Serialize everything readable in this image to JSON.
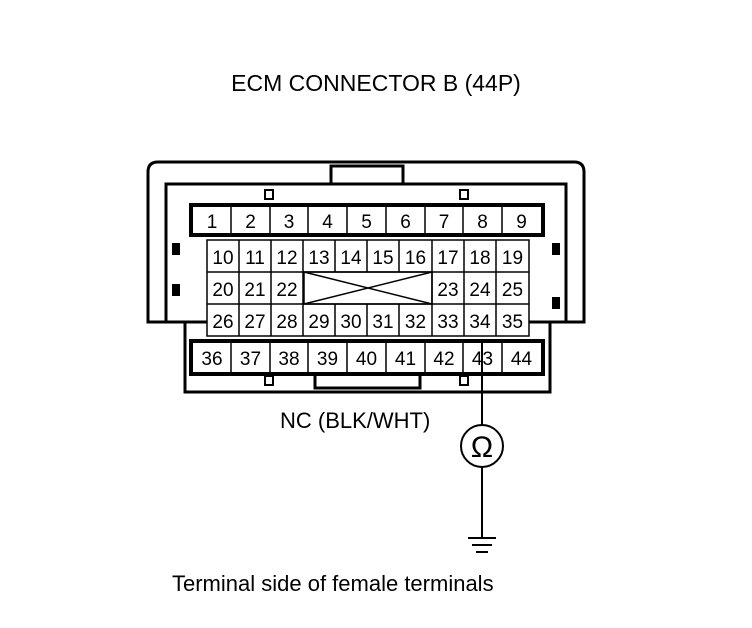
{
  "title": "ECM CONNECTOR B (44P)",
  "probe_label": "NC (BLK/WHT)",
  "footer": "Terminal side of female terminals",
  "meter_symbol": "Ω",
  "rows": [
    [
      "1",
      "2",
      "3",
      "4",
      "5",
      "6",
      "7",
      "8",
      "9"
    ],
    [
      "10",
      "11",
      "12",
      "13",
      "14",
      "15",
      "16",
      "17",
      "18",
      "19"
    ],
    [
      "20",
      "21",
      "22",
      "23",
      "24",
      "25"
    ],
    [
      "26",
      "27",
      "28",
      "29",
      "30",
      "31",
      "32",
      "33",
      "34",
      "35"
    ],
    [
      "36",
      "37",
      "38",
      "39",
      "40",
      "41",
      "42",
      "43",
      "44"
    ]
  ],
  "probe_terminal": "43",
  "ground_symbol": "ground-icon",
  "line_color": "#000000"
}
